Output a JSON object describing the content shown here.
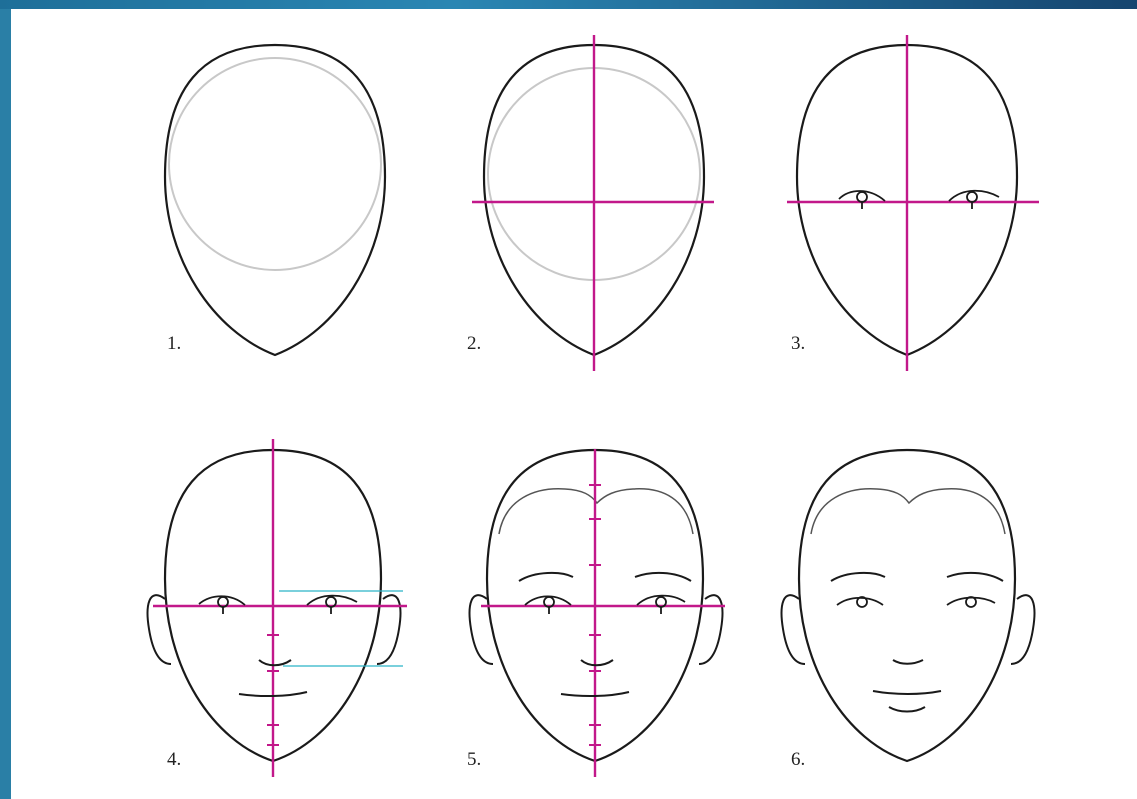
{
  "colors": {
    "outline": "#1a1a1a",
    "guide_circle": "#c8c8c8",
    "guide_line": "#c2188a",
    "measure_line": "#2ab3c7",
    "hairline": "#555555"
  },
  "steps": [
    {
      "label": "1."
    },
    {
      "label": "2."
    },
    {
      "label": "3."
    },
    {
      "label": "4."
    },
    {
      "label": "5."
    },
    {
      "label": "6."
    }
  ]
}
